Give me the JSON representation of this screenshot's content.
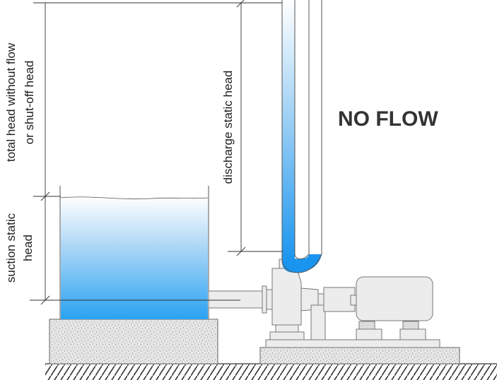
{
  "labels": {
    "total_head_line1": "total head without flow",
    "total_head_line2": "or shut-off head",
    "suction_line1": "suction static",
    "suction_line2": "head",
    "discharge": "discharge static head",
    "status": "NO FLOW"
  },
  "colors": {
    "water_top": "#ffffff",
    "water_bottom": "#2aa2f2",
    "pipe_water_bottom": "#1a95ef",
    "concrete": "#e6e6e6",
    "machine": "#ececec",
    "outline": "#555555",
    "text": "#1c1c1c"
  },
  "icons": [
    "ground-hatch",
    "centrifugal-pump",
    "electric-motor",
    "concrete-foundation",
    "water-tank"
  ]
}
